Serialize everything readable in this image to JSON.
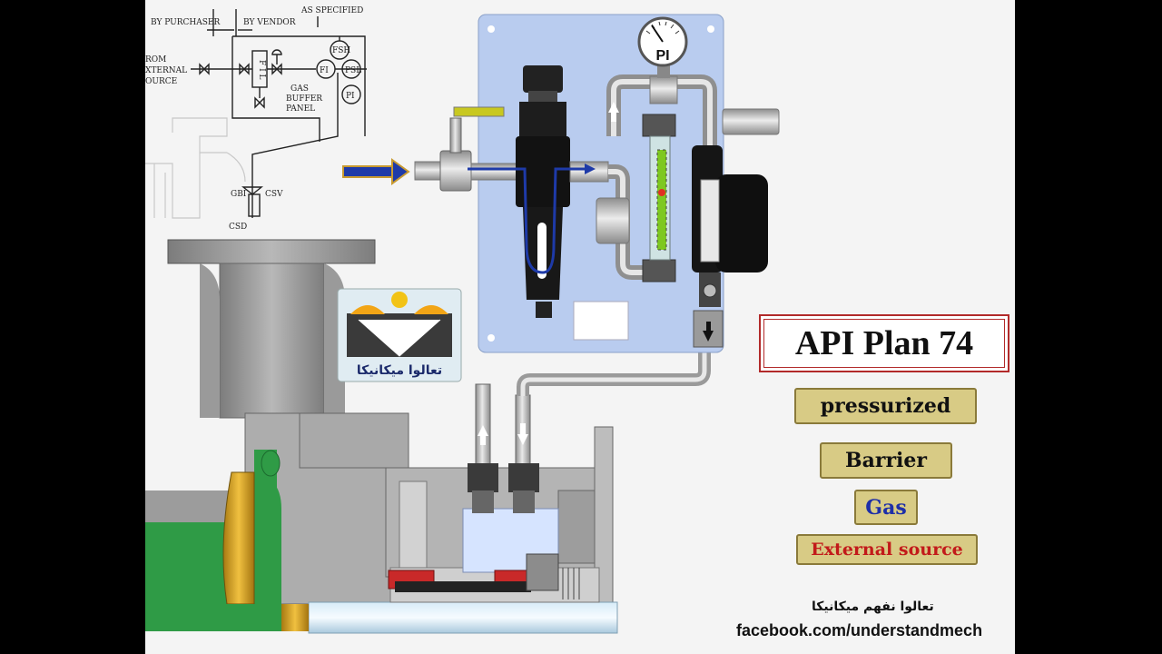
{
  "schematic": {
    "by_purchaser": "BY PURCHASER",
    "by_vendor": "BY VENDOR",
    "as_specified": "AS SPECIFIED",
    "from_line1": "ROM",
    "from_line2": "XTERNAL",
    "from_line3": "OURCE",
    "fil": "F I L",
    "fi": "FI",
    "fsh": "FSH",
    "psl": "PSL",
    "pi": "PI",
    "gas_buffer_panel_1": "GAS",
    "gas_buffer_panel_2": "BUFFER",
    "gas_buffer_panel_3": "PANEL",
    "gbi": "GBI",
    "csv": "CSV",
    "csd": "CSD"
  },
  "gauge_label": "PI",
  "logo_text": "تعالوا ميكانيكا",
  "title": "API Plan 74",
  "labels": {
    "pressurized": "pressurized",
    "barrier": "Barrier",
    "gas": "Gas",
    "external_source": "External source"
  },
  "colors": {
    "panel": "#b9ccef",
    "box_fill": "#d8cb85",
    "gas_text": "#1e2fa8",
    "external_text": "#c21a1a",
    "flow_arrow": "#1e3aa8"
  },
  "footer": {
    "arabic": "تعالوا نفهم ميكانيكا",
    "url": "facebook.com/understandmech"
  }
}
